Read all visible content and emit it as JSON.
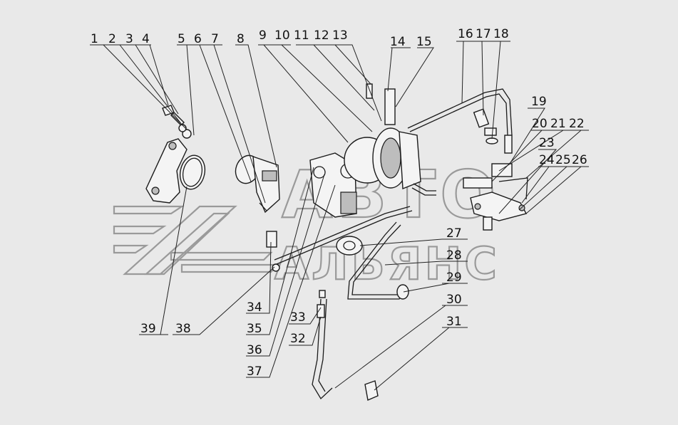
{
  "watermark": {
    "line1": "АВТО",
    "line2": "АЛЬЯНС"
  },
  "callouts": [
    "1",
    "2",
    "3",
    "4",
    "5",
    "6",
    "7",
    "8",
    "9",
    "10",
    "11",
    "12",
    "13",
    "14",
    "15",
    "16",
    "17",
    "18",
    "19",
    "20",
    "21",
    "22",
    "23",
    "24",
    "25",
    "26",
    "27",
    "28",
    "29",
    "30",
    "31",
    "32",
    "33",
    "34",
    "35",
    "36",
    "37",
    "38",
    "39"
  ]
}
